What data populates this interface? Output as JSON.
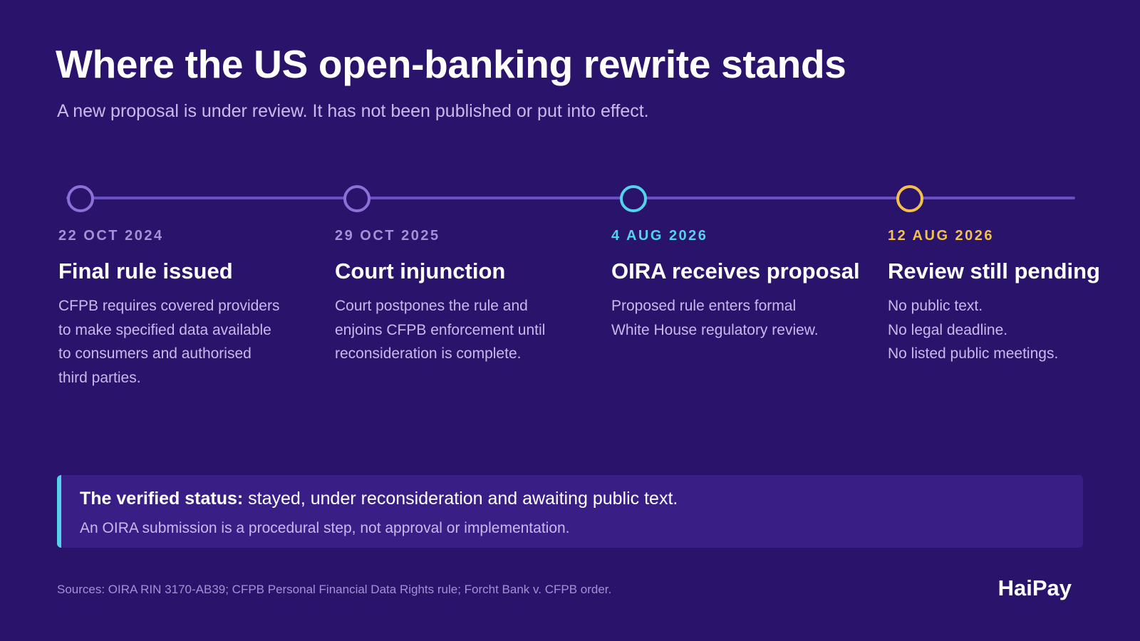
{
  "title": "Where the US open-banking rewrite stands",
  "subtitle": "A new proposal is under review. It has not been published or put into effect.",
  "timeline": [
    {
      "date": "22 OCT 2024",
      "heading": "Final rule issued",
      "desc_lines": [
        "CFPB requires covered providers",
        "to make specified data available",
        "to consumers and authorised",
        "third parties."
      ],
      "color": "#8c70d8",
      "date_color": "#a391d6"
    },
    {
      "date": "29 OCT 2025",
      "heading": "Court injunction",
      "desc_lines": [
        "Court postpones the rule and",
        "enjoins CFPB enforcement until",
        "reconsideration is complete."
      ],
      "color": "#8c70d8",
      "date_color": "#a391d6"
    },
    {
      "date": "4 AUG 2026",
      "heading": "OIRA receives proposal",
      "desc_lines": [
        "Proposed rule enters formal",
        "White House regulatory review."
      ],
      "color": "#56d1ea",
      "date_color": "#56d1ea"
    },
    {
      "date": "12 AUG 2026",
      "heading": "Review still pending",
      "desc_lines": [
        "No public text.",
        "No legal deadline.",
        "No listed public meetings."
      ],
      "color": "#f3c14b",
      "date_color": "#f3c14b"
    }
  ],
  "status": {
    "label": "The verified status:",
    "text": " stayed, under reconsideration and awaiting public text.",
    "note": "An OIRA submission is a procedural step, not approval or implementation."
  },
  "sources": "Sources: OIRA RIN 3170-AB39; CFPB Personal Financial Data Rights rule; Forcht Bank v. CFPB order.",
  "brand": "HaiPay"
}
